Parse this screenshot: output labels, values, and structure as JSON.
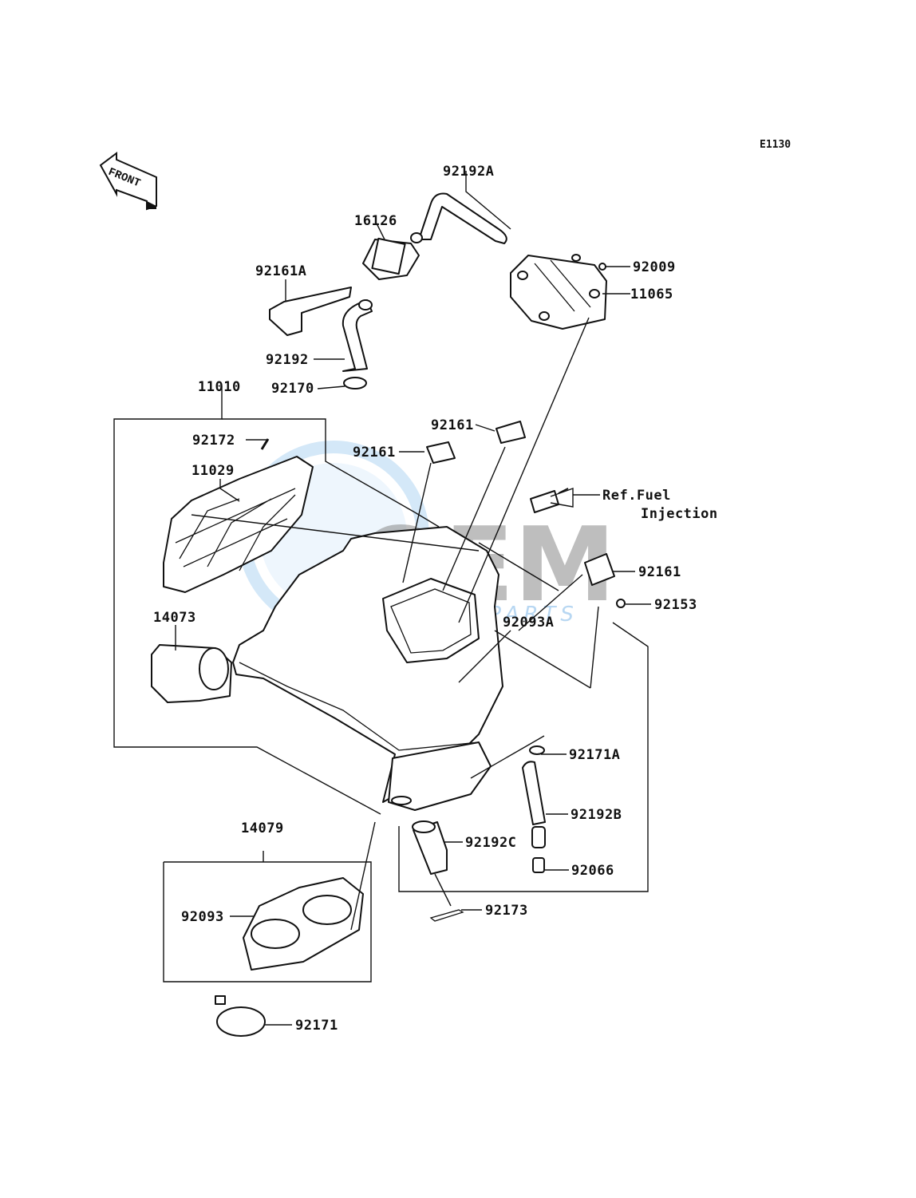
{
  "diagram_code": "E1130",
  "front_label": "FRONT",
  "watermark": {
    "big": "OEM",
    "small": "MOTORPARTS"
  },
  "ref_note": {
    "line1": "Ref.Fuel",
    "line2": "Injection"
  },
  "parts": {
    "p92192A": "92192A",
    "p16126": "16126",
    "p92009": "92009",
    "p92161A": "92161A",
    "p11065": "11065",
    "p92192": "92192",
    "p92170": "92170",
    "p11010": "11010",
    "p92161_top": "92161",
    "p92172": "92172",
    "p92161_mid": "92161",
    "p11029": "11029",
    "p92161_right": "92161",
    "p92153": "92153",
    "p14073": "14073",
    "p92093A": "92093A",
    "p92171A": "92171A",
    "p92192B": "92192B",
    "p14079": "14079",
    "p92192C": "92192C",
    "p92066": "92066",
    "p92093": "92093",
    "p92173": "92173",
    "p92171": "92171"
  }
}
